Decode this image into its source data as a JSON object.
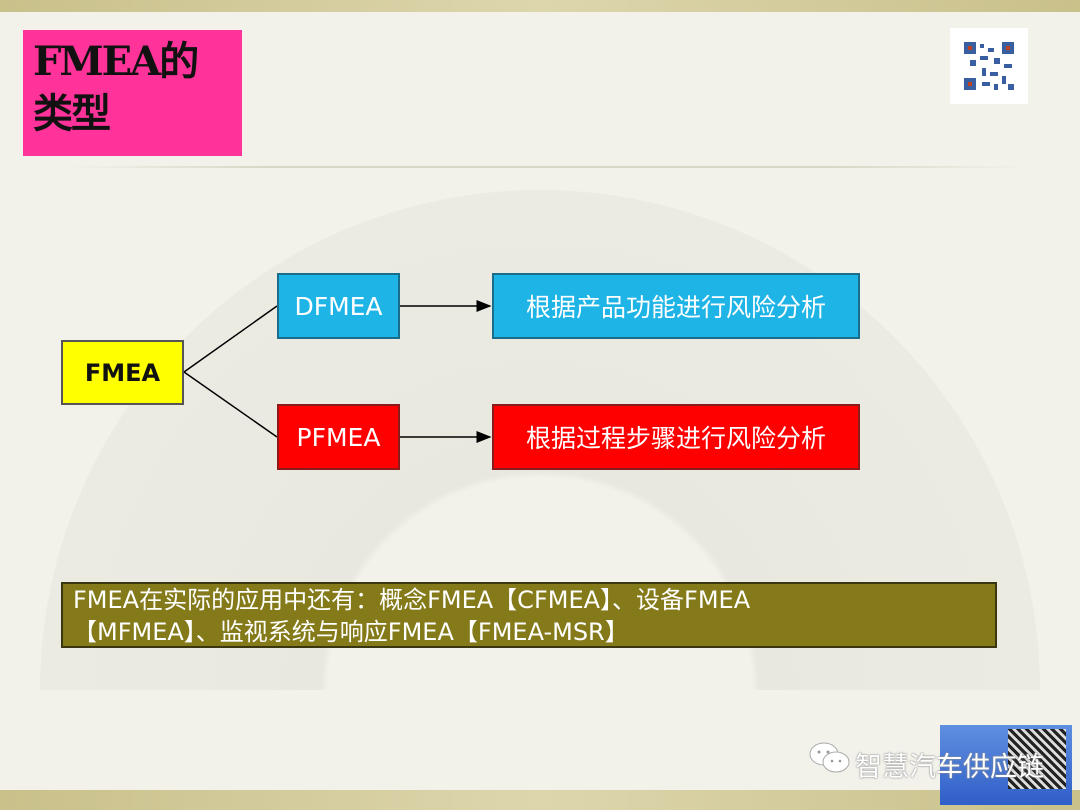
{
  "slide": {
    "title": "FMEA的类型",
    "root": "FMEA",
    "branches": [
      {
        "label": "DFMEA",
        "description": "根据产品功能进行风险分析",
        "color": "#1fb4e6"
      },
      {
        "label": "PFMEA",
        "description": "根据过程步骤进行风险分析",
        "color": "#ff0000"
      }
    ],
    "note_line1": "FMEA在实际的应用中还有：概念FMEA【CFMEA】、设备FMEA",
    "note_line2": "【MFMEA】、监视系统与响应FMEA【FMEA-MSR】"
  },
  "watermark": {
    "text": "智慧汽车供应链",
    "icon": "wechat-icon"
  },
  "colors": {
    "title_bg": "#ff3399",
    "root_bg": "#ffff00",
    "note_bg": "#857a1a"
  }
}
